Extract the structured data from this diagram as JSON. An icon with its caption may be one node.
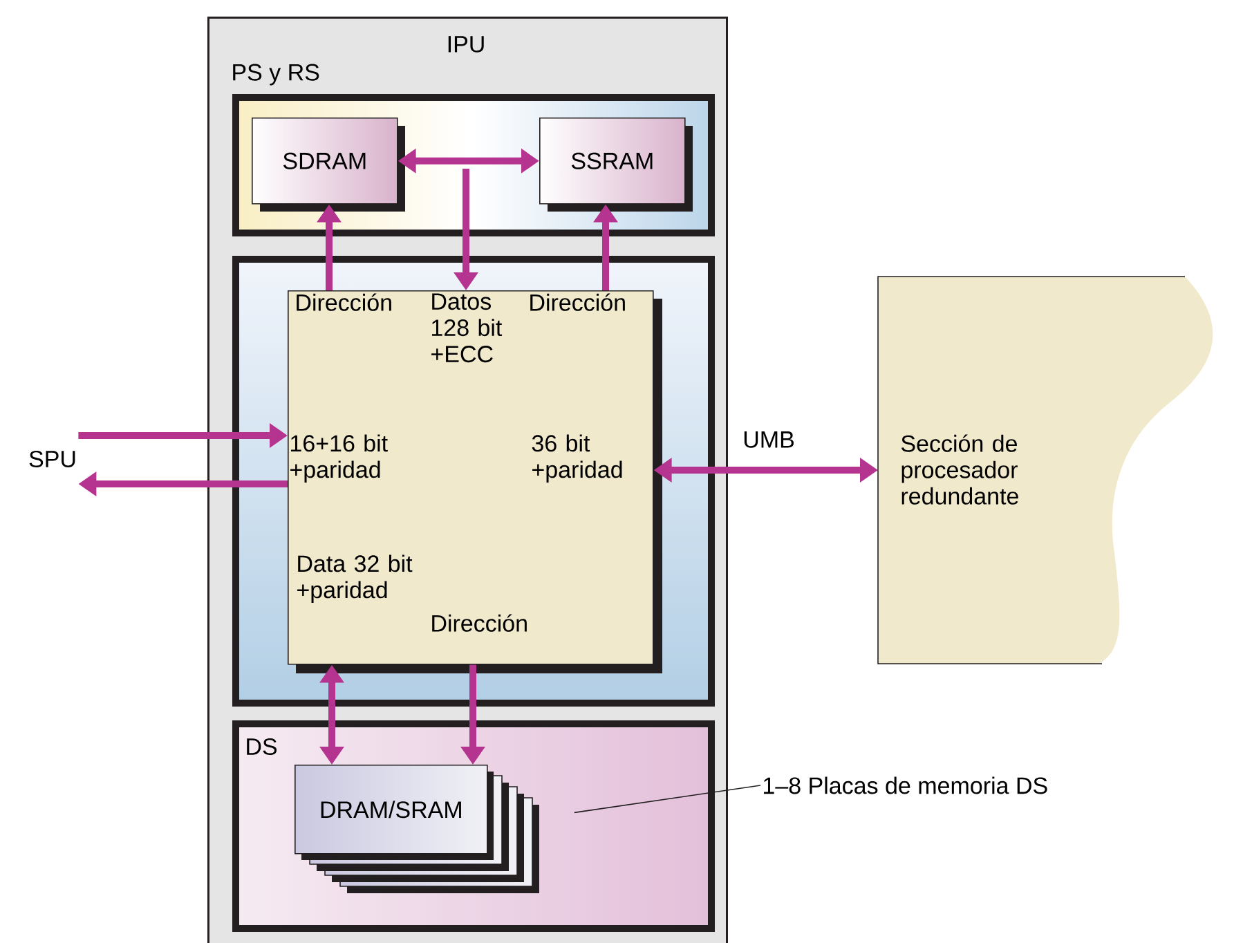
{
  "diagram": {
    "nodes": [
      {
        "text": [
          "IPU"
        ]
      },
      {
        "text": [
          "PS y RS"
        ],
        "in": 0
      },
      {
        "text": [
          "SDRAM"
        ],
        "in": 1
      },
      {
        "text": [
          "SSRAM"
        ],
        "in": 1
      },
      {
        "text": [],
        "shape": "box",
        "in": 0
      },
      {
        "text": [
          "Dirección",
          "Datos 128 bit +ECC",
          "Dirección",
          "16+16 bit +paridad",
          "36 bit +paridad",
          "Data 32 bit +paridad",
          "Dirección"
        ],
        "in": 4
      },
      {
        "text": [
          "DS"
        ],
        "in": 0
      },
      {
        "text": [
          "DRAM/SRAM"
        ],
        "in": 6
      },
      {
        "text": [],
        "shape": "box",
        "in": 6
      },
      {
        "text": [
          "SPU"
        ]
      },
      {
        "text": [
          "Sección de procesador redundante"
        ]
      },
      {
        "text": [
          "1–8 Placas de memoria DS"
        ]
      }
    ],
    "edges": [
      {
        "from": 2,
        "to": 3,
        "arrow": "both"
      },
      {
        "from": null,
        "to": 5,
        "arrow": "to"
      },
      {
        "from": 5,
        "to": 2,
        "arrow": "to"
      },
      {
        "from": 5,
        "to": 3,
        "arrow": "to"
      },
      {
        "from": 9,
        "to": 5,
        "arrow": "to"
      },
      {
        "from": 5,
        "to": 9,
        "arrow": "to"
      },
      {
        "from": 5,
        "to": 10,
        "arrow": "both",
        "label": "UMB"
      },
      {
        "from": 5,
        "to": 7,
        "arrow": "both"
      },
      {
        "from": 5,
        "to": 7,
        "arrow": "to"
      },
      {
        "from": 11,
        "to": 8,
        "arrow": "none",
        "color": "#231f20"
      }
    ]
  }
}
